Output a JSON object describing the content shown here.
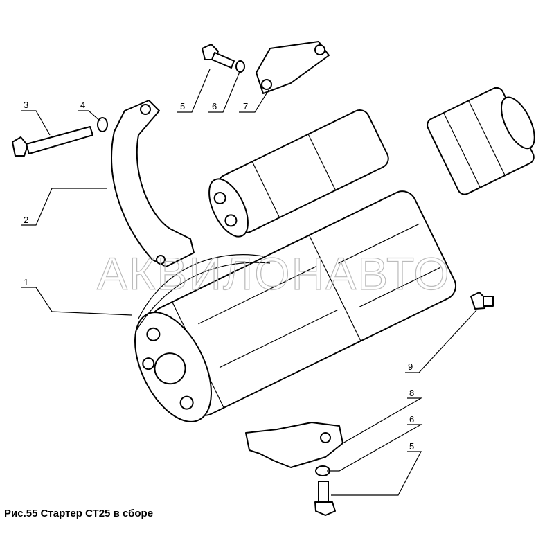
{
  "caption": "Рис.55 Стартер СТ25 в сборе",
  "watermark": "АКВИЛОНАВТО",
  "callouts": [
    {
      "id": "3",
      "text": "3"
    },
    {
      "id": "4",
      "text": "4"
    },
    {
      "id": "5a",
      "text": "5"
    },
    {
      "id": "6a",
      "text": "6"
    },
    {
      "id": "7",
      "text": "7"
    },
    {
      "id": "2",
      "text": "2"
    },
    {
      "id": "1",
      "text": "1"
    },
    {
      "id": "9",
      "text": "9"
    },
    {
      "id": "8",
      "text": "8"
    },
    {
      "id": "6b",
      "text": "6"
    },
    {
      "id": "5b",
      "text": "5"
    }
  ]
}
